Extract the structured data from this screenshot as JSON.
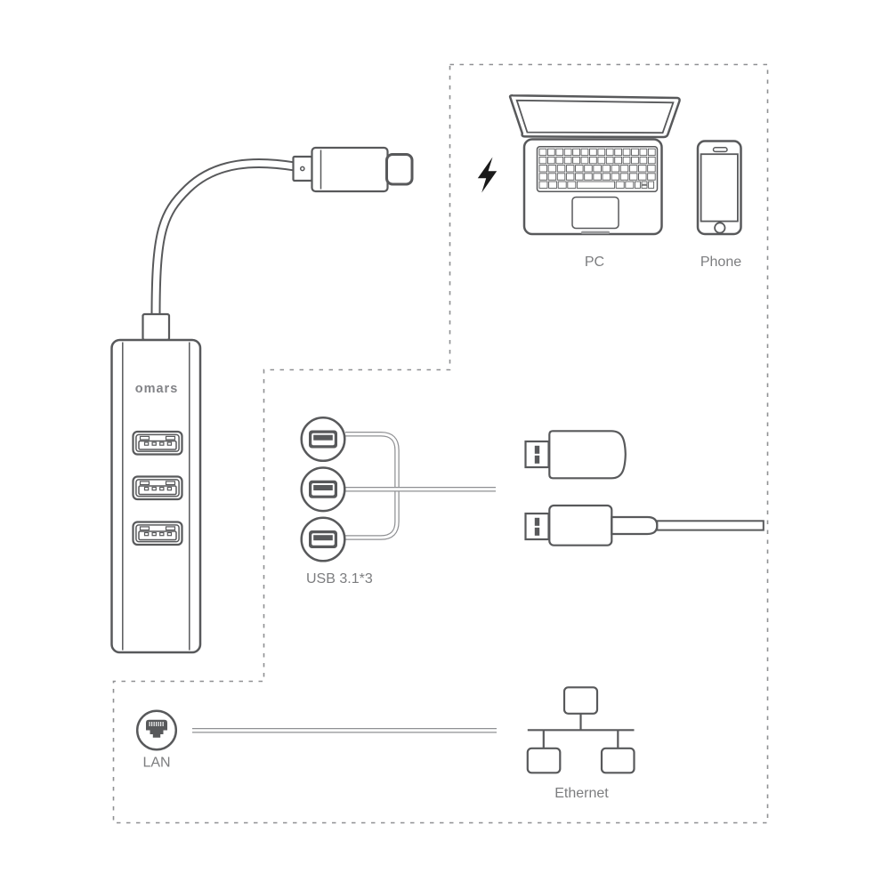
{
  "colors": {
    "line": "#58595b",
    "line_light": "#8f9093",
    "label": "#7c7d7f",
    "bolt": "#1a1a1a",
    "bg": "#ffffff"
  },
  "device": {
    "brand": "omars"
  },
  "sections": {
    "hosts": {
      "pc_label": "PC",
      "phone_label": "Phone",
      "power_icon": "lightning-bolt-icon"
    },
    "usb": {
      "label": "USB 3.1*3",
      "port_count": 3,
      "device_icons": [
        "usb-flash-drive-icon",
        "usb-cable-icon"
      ]
    },
    "lan": {
      "label": "LAN",
      "ethernet_label": "Ethernet",
      "jack_icon": "rj45-lan-icon",
      "network_icon": "ethernet-network-icon"
    }
  }
}
